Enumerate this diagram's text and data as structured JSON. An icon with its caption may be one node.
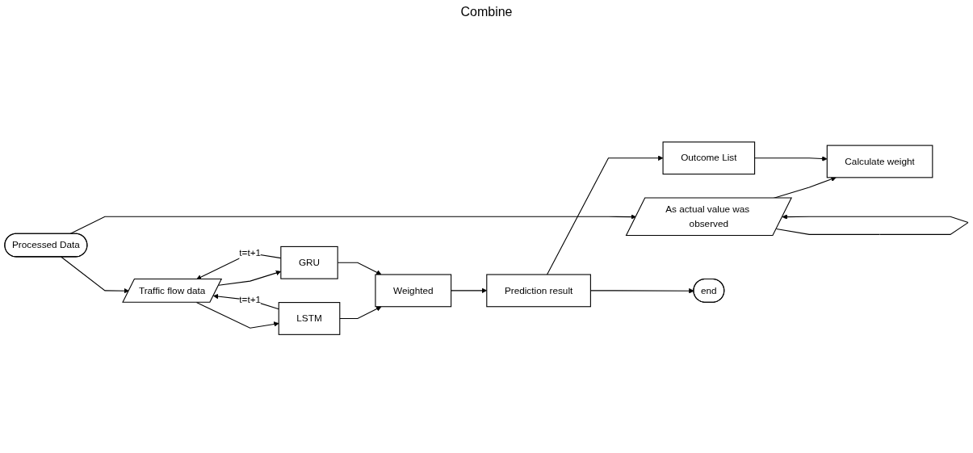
{
  "diagram": {
    "nodes": [
      {
        "text": [
          "As actual value was observed"
        ]
      },
      {
        "text": [
          "Calculate weight"
        ]
      },
      {
        "text": [
          "Outcome List"
        ]
      },
      {
        "text": [
          "Processed Data"
        ]
      },
      {
        "text": [
          "Traffic flow data"
        ]
      },
      {
        "text": [
          "LSTM"
        ]
      },
      {
        "text": [
          "GRU"
        ]
      },
      {
        "text": [
          "Weighted"
        ]
      },
      {
        "text": [
          "Prediction result"
        ]
      },
      {
        "text": [
          "end"
        ]
      }
    ],
    "edges": [
      {
        "from": 3,
        "to": 0,
        "arrow": "to"
      },
      {
        "from": 0,
        "to": 0,
        "arrow": "to"
      },
      {
        "from": 0,
        "to": 1,
        "arrow": "to"
      },
      {
        "from": 2,
        "to": 1,
        "arrow": "to"
      },
      {
        "from": 3,
        "to": 4,
        "arrow": "to"
      },
      {
        "from": 5,
        "to": 4,
        "arrow": "to",
        "label": "t=t+1"
      },
      {
        "from": 4,
        "to": 5,
        "arrow": "to"
      },
      {
        "from": 4,
        "to": 6,
        "arrow": "to"
      },
      {
        "from": 6,
        "to": 4,
        "arrow": "to",
        "label": "t=t+1"
      },
      {
        "from": 5,
        "to": 7,
        "arrow": "to"
      },
      {
        "from": 6,
        "to": 7,
        "arrow": "to"
      },
      {
        "from": 7,
        "to": 8,
        "arrow": "to"
      },
      {
        "from": 8,
        "to": 2,
        "arrow": "to"
      },
      {
        "from": 8,
        "to": 9,
        "arrow": "to"
      }
    ],
    "labels": [
      "Combine"
    ]
  }
}
